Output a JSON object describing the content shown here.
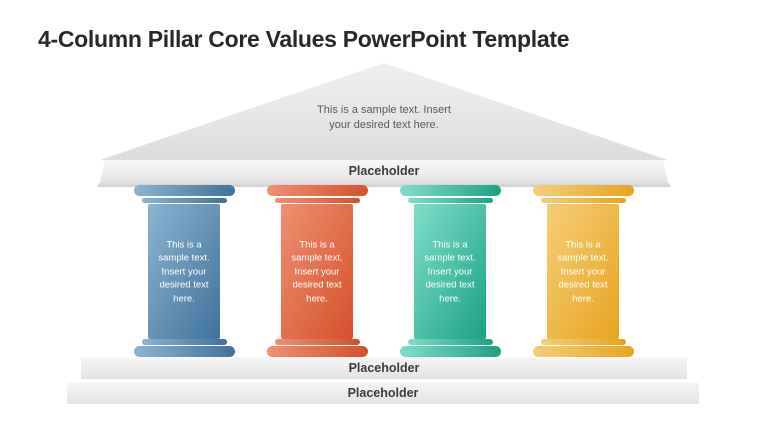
{
  "slide": {
    "title": "4-Column Pillar Core Values PowerPoint Template",
    "pediment": {
      "lines": [
        "This is a sample text. Insert",
        "your desired text here."
      ],
      "full_text": "This is a sample text. Insert your desired text here."
    },
    "entablature": {
      "label": "Placeholder"
    },
    "pillar_text_lines": [
      "This is a",
      "sample text.",
      "Insert your",
      "desired text",
      "here."
    ],
    "pillar_full_text": "This is a sample text. Insert your desired text here.",
    "pillars": [
      {
        "id": "pillar-1",
        "colors": {
          "light": "#8CB4D2",
          "dark": "#3F729C"
        }
      },
      {
        "id": "pillar-2",
        "colors": {
          "light": "#EE9071",
          "dark": "#D5512B"
        }
      },
      {
        "id": "pillar-3",
        "colors": {
          "light": "#7FDECA",
          "dark": "#1CA186"
        }
      },
      {
        "id": "pillar-4",
        "colors": {
          "light": "#F5CE78",
          "dark": "#E8A41F"
        }
      }
    ],
    "platforms": [
      {
        "label": "Placeholder"
      },
      {
        "label": "Placeholder"
      }
    ],
    "background_color": "#FFFFFF",
    "text_colors": {
      "title": "#282828",
      "placeholder_label": "#3B3B3B",
      "pediment_text": "#595959",
      "pillar_text": "#FFFFFF"
    }
  }
}
